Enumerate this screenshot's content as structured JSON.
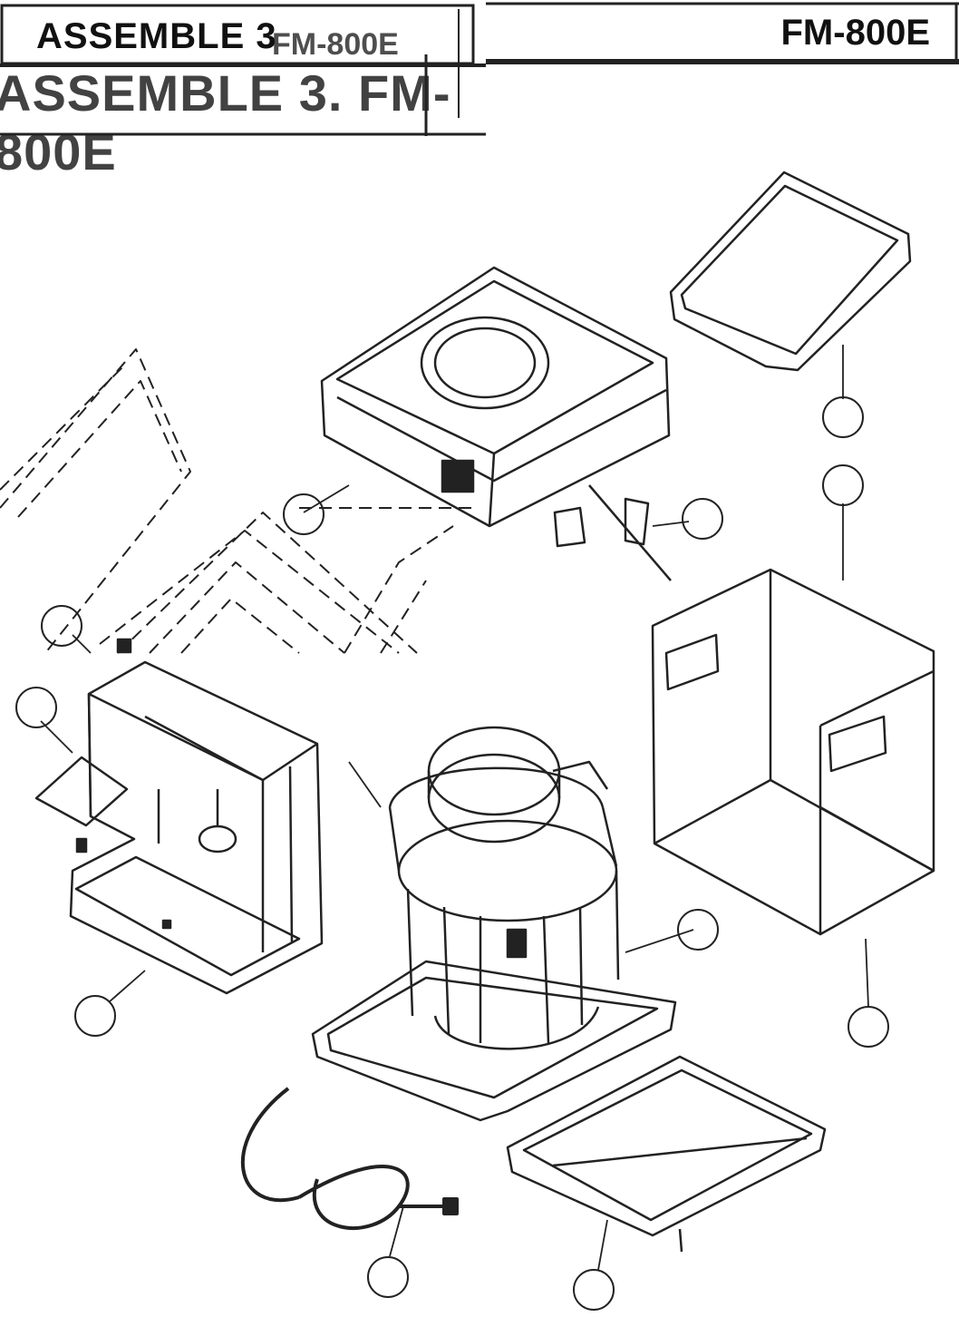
{
  "header": {
    "title": "ASSEMBLE 3",
    "title_ghost_1": "FM-800E",
    "title_ghost_2": "ASSEMBLE 3. FM-800E",
    "model_code": "FM-800E"
  },
  "colors": {
    "line": "#222222",
    "background": "#ffffff"
  },
  "callouts": [
    "",
    "",
    "",
    "",
    "",
    "",
    "",
    "",
    "",
    "",
    "",
    "",
    ""
  ]
}
